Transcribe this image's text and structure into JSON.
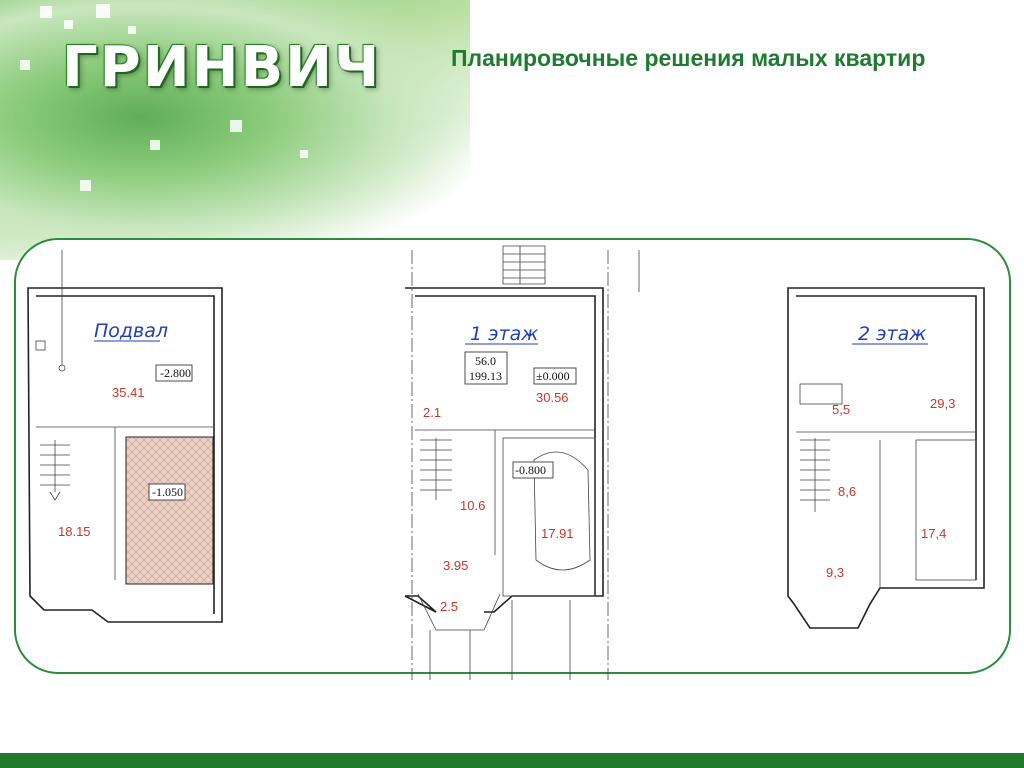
{
  "header": {
    "logo": "ГРИНВИЧ",
    "title": "Планировочные решения малых квартир"
  },
  "plans": {
    "basement": {
      "label": "Подвал",
      "areas": [
        "35.41",
        "18.15"
      ],
      "levels": [
        "-2.800",
        "-1.050"
      ]
    },
    "floor1": {
      "label": "1 этаж",
      "totals": [
        "56.0",
        "199.13"
      ],
      "areas": [
        "30.56",
        "2.1",
        "10.6",
        "17.91",
        "3.95",
        "2.5"
      ],
      "levels": [
        "±0.000",
        "-0.800"
      ]
    },
    "floor2": {
      "label": "2 этаж",
      "areas": [
        "29,3",
        "5,5",
        "8,6",
        "17,4",
        "9,3"
      ]
    }
  },
  "colors": {
    "accent": "#1f7a32",
    "frame": "#2b8c3e",
    "area_text": "#c0392b",
    "floor_label": "#1f3fb5"
  }
}
